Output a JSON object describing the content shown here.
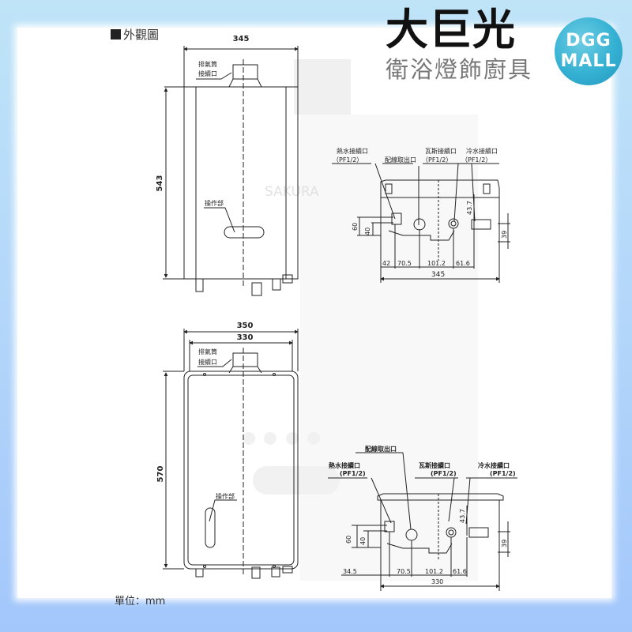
{
  "header": {
    "section_title": "外觀圖",
    "brand_main": "大巨光",
    "brand_sub": "衛浴燈飾廚具",
    "logo_line1": "DGG",
    "logo_line2": "MALL",
    "watermark": "SAKURA"
  },
  "footer": {
    "unit_label": "單位：mm"
  },
  "colors": {
    "frame_top": "#bfe4f8",
    "frame_bottom": "#a3c7fb",
    "logo_badge": "#34b1d3",
    "line": "#222222"
  },
  "model_a": {
    "front_view": {
      "width": "345",
      "height": "543",
      "flue_label_1": "排氣筒",
      "flue_label_2": "接續口",
      "control_label": "操作部"
    },
    "bottom_view": {
      "hot_water_label": "熱水接續口",
      "hot_water_spec": "（PF1/2）",
      "wiring_label": "配線取出口",
      "gas_label": "瓦斯接續口",
      "gas_spec": "（PF1/2）",
      "cold_water_label": "冷水接續口",
      "cold_water_spec": "（PF1/2）",
      "dim_60": "60",
      "dim_40": "40",
      "dim_43_7": "43.7",
      "dim_39": "39",
      "dim_42": "42",
      "dim_70_5": "70.5",
      "dim_101_2": "101.2",
      "dim_61_6": "61.6",
      "total_width": "345"
    }
  },
  "model_b": {
    "front_view": {
      "outer_width": "350",
      "inner_width": "330",
      "height": "570",
      "flue_label_1": "排氣筒",
      "flue_label_2": "接續口",
      "control_label": "操作部"
    },
    "bottom_view": {
      "wiring_label": "配線取出口",
      "hot_water_label": "熱水接續口",
      "hot_water_spec": "(PF1/2)",
      "gas_label": "瓦斯接續口",
      "gas_spec": "(PF1/2)",
      "cold_water_label": "冷水接續口",
      "cold_water_spec": "(PF1/2)",
      "dim_60": "60",
      "dim_40": "40",
      "dim_43_7": "43.7",
      "dim_39": "39",
      "dim_34_5": "34.5",
      "dim_70_5": "70.5",
      "dim_101_2": "101.2",
      "dim_61_6": "61.6",
      "total_width": "330"
    }
  }
}
